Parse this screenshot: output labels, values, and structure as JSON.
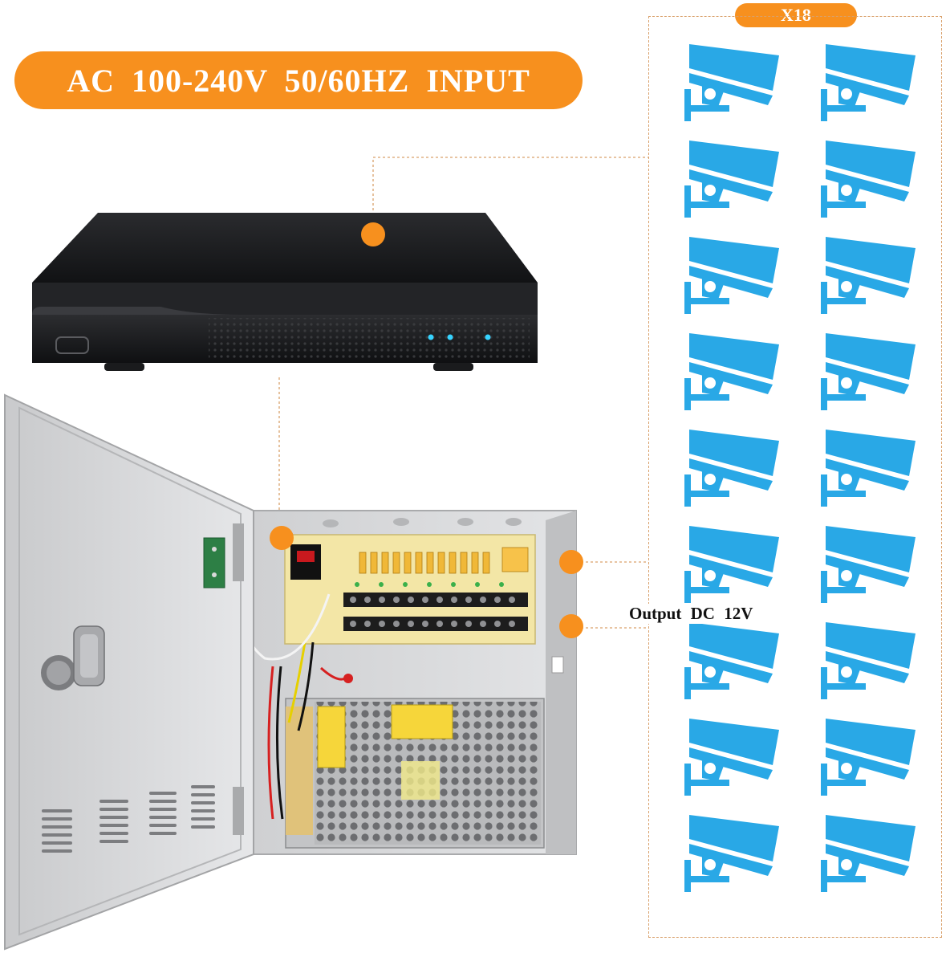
{
  "input_label": "AC 100-240V  50/60HZ  INPUT",
  "camera_count": "X18",
  "output_label": "Output  DC  12V",
  "camera_icons": 18,
  "colors": {
    "accent_orange": "#f7901e",
    "camera_blue": "#29a8e6",
    "dvr_black": "#1c1c1e",
    "cabinet_gray": "#d6d7d9",
    "terminal_board": "#f3e6a6"
  },
  "icons": [
    "security-camera-icon",
    "power-switch-icon",
    "lock-icon",
    "caution-label-icon"
  ]
}
